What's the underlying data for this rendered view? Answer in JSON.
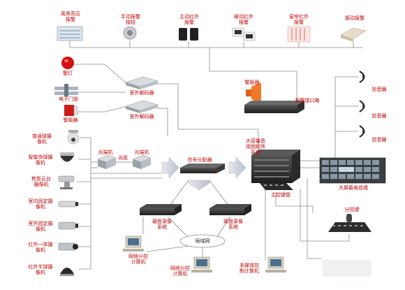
{
  "top_devices": [
    {
      "id": "perimeter",
      "label": "周界高压\n报警"
    },
    {
      "id": "manual",
      "label": "手动报警\n按钮"
    },
    {
      "id": "active_ir",
      "label": "主动红外\n报警"
    },
    {
      "id": "passive_ir",
      "label": "被动红外\n报警"
    },
    {
      "id": "curtain_ir",
      "label": "窗帘红外\n报警"
    },
    {
      "id": "vibration",
      "label": "振动报警"
    }
  ],
  "left_devices": [
    {
      "id": "alarm_light",
      "label": "警灯"
    },
    {
      "id": "door_lock",
      "label": "电子门锁"
    },
    {
      "id": "alarm_bell",
      "label": "警报器"
    },
    {
      "id": "dome",
      "label": "普通球摄\n像机"
    },
    {
      "id": "smart_dome",
      "label": "智能快球摄\n像机"
    },
    {
      "id": "ptz",
      "label": "枪型云台\n摄像机"
    },
    {
      "id": "indoor_fixed",
      "label": "室内固定摄\n像机"
    },
    {
      "id": "outdoor_fixed",
      "label": "室外固定摄\n像机"
    },
    {
      "id": "ir_integrated",
      "label": "红外一体摄\n像机"
    },
    {
      "id": "ir_hemisphere",
      "label": "红外半球摄\n像机"
    }
  ],
  "decoders": [
    "室外解码器",
    "室外解码器"
  ],
  "optical": {
    "transmitter": "光端机",
    "receiver": "光端机",
    "fiber": "光缆"
  },
  "splitter": "信号分配器",
  "matrix": "大容量音\n视频矩阵\n系统",
  "alarm_box": {
    "siren": "警报器",
    "box": "报警接口箱"
  },
  "speakers": [
    "拾音器",
    "拾音器",
    "拾音器"
  ],
  "video_wall": "大屏幕电视墙",
  "main_keyboard": "主控键盘",
  "sub_keyboard": "分控键",
  "dvrs": [
    "硬盘录像\n系统",
    "硬盘录像\n系统"
  ],
  "lan": "局域网",
  "computers": [
    {
      "id": "pc1",
      "label": "网络分控\n计算机"
    },
    {
      "id": "pc2",
      "label": "网络分控\n计算机"
    },
    {
      "id": "pc3",
      "label": "多媒体控\n制计算机"
    }
  ],
  "colors": {
    "label_red": "#c00000",
    "line": "#8a8a8a",
    "device_dark": "#2b2b2b",
    "arrow": "#c8ced6"
  }
}
